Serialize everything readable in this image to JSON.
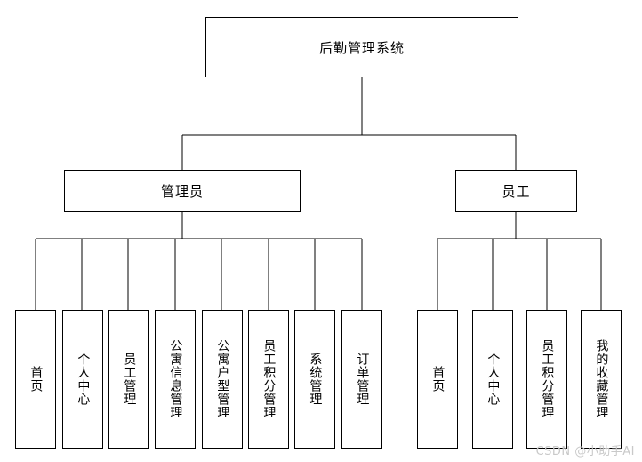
{
  "diagram": {
    "type": "org-chart",
    "root": {
      "label": "后勤管理系统"
    },
    "branches": [
      {
        "label": "管理员",
        "children": [
          {
            "label": "首页"
          },
          {
            "label": "个人中心"
          },
          {
            "label": "员工管理"
          },
          {
            "label": "公寓信息管理"
          },
          {
            "label": "公寓户型管理"
          },
          {
            "label": "员工积分管理"
          },
          {
            "label": "系统管理"
          },
          {
            "label": "订单管理"
          }
        ]
      },
      {
        "label": "员工",
        "children": [
          {
            "label": "首页"
          },
          {
            "label": "个人中心"
          },
          {
            "label": "员工积分管理"
          },
          {
            "label": "我的收藏管理"
          }
        ]
      }
    ]
  },
  "watermark": {
    "text": "CSDN @小助手AI"
  },
  "colors": {
    "background": "#ffffff",
    "stroke": "#000000",
    "text": "#000000",
    "watermark": "#c9c9c9"
  }
}
